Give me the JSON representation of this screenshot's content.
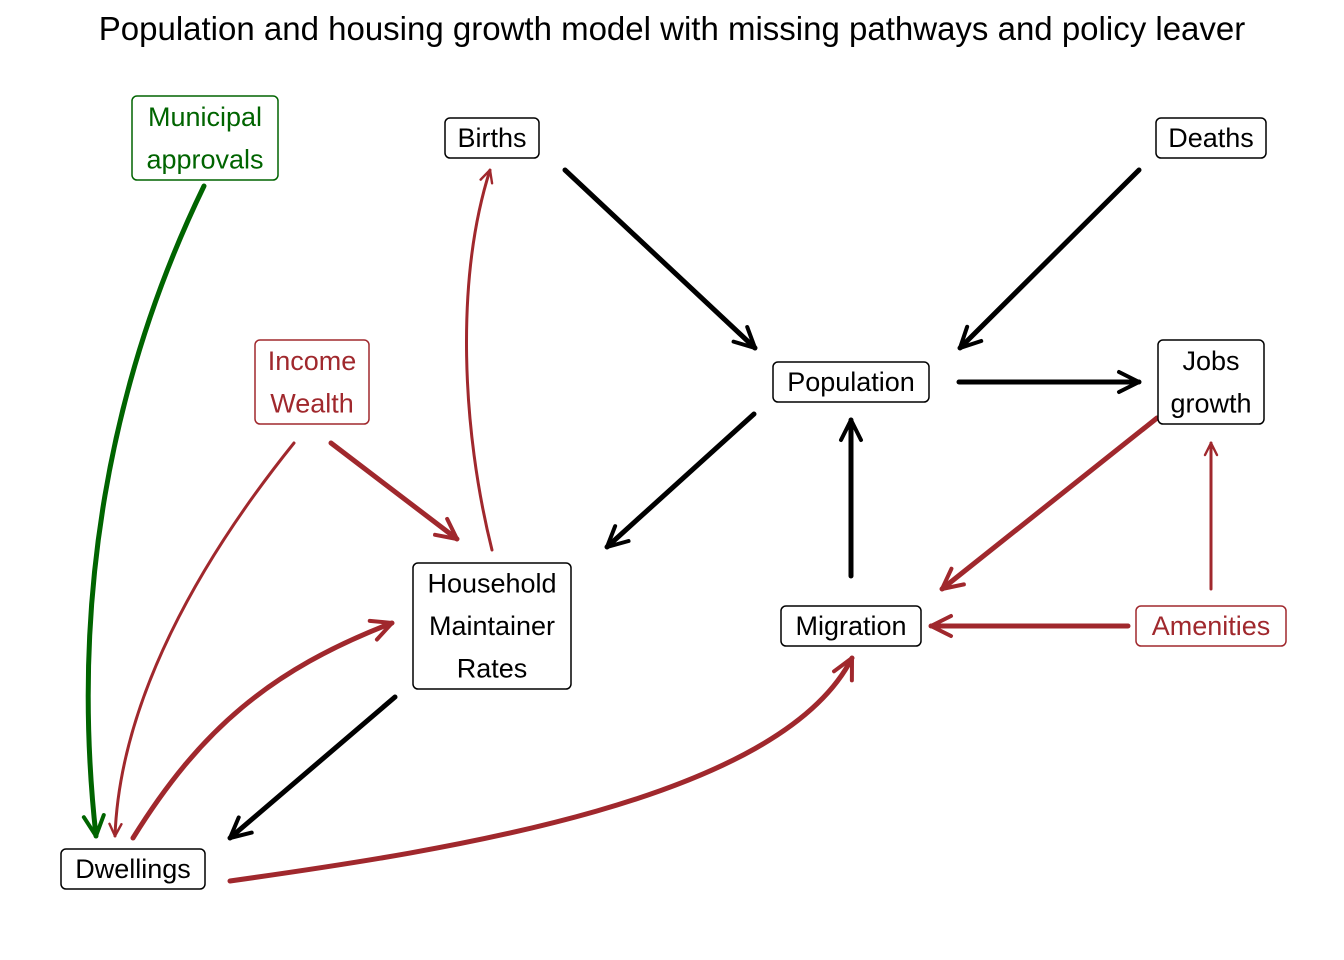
{
  "title": "Population and housing growth model with missing pathways and policy leaver",
  "colors": {
    "existing": "#000000",
    "missing": "#A0282D",
    "policy": "#006400"
  },
  "nodes": {
    "municipal": {
      "lines": [
        "Municipal",
        "approvals"
      ],
      "kind": "policy"
    },
    "births": {
      "lines": [
        "Births"
      ],
      "kind": "existing"
    },
    "deaths": {
      "lines": [
        "Deaths"
      ],
      "kind": "existing"
    },
    "income": {
      "lines": [
        "Income",
        "Wealth"
      ],
      "kind": "missing"
    },
    "population": {
      "lines": [
        "Population"
      ],
      "kind": "existing"
    },
    "jobs": {
      "lines": [
        "Jobs",
        "growth"
      ],
      "kind": "existing"
    },
    "household": {
      "lines": [
        "Household",
        "Maintainer",
        "Rates"
      ],
      "kind": "existing"
    },
    "migration": {
      "lines": [
        "Migration"
      ],
      "kind": "existing"
    },
    "amenities": {
      "lines": [
        "Amenities"
      ],
      "kind": "missing"
    },
    "dwellings": {
      "lines": [
        "Dwellings"
      ],
      "kind": "existing"
    }
  },
  "edges": [
    {
      "from": "births",
      "to": "population",
      "kind": "existing"
    },
    {
      "from": "deaths",
      "to": "population",
      "kind": "existing"
    },
    {
      "from": "population",
      "to": "jobs",
      "kind": "existing"
    },
    {
      "from": "population",
      "to": "household",
      "kind": "existing"
    },
    {
      "from": "migration",
      "to": "population",
      "kind": "existing"
    },
    {
      "from": "household",
      "to": "dwellings",
      "kind": "existing"
    },
    {
      "from": "municipal",
      "to": "dwellings",
      "kind": "policy"
    },
    {
      "from": "household",
      "to": "births",
      "kind": "missing"
    },
    {
      "from": "income",
      "to": "household",
      "kind": "missing"
    },
    {
      "from": "income",
      "to": "dwellings",
      "kind": "missing"
    },
    {
      "from": "dwellings",
      "to": "household",
      "kind": "missing"
    },
    {
      "from": "dwellings",
      "to": "migration",
      "kind": "missing"
    },
    {
      "from": "jobs",
      "to": "migration",
      "kind": "missing"
    },
    {
      "from": "amenities",
      "to": "migration",
      "kind": "missing"
    },
    {
      "from": "amenities",
      "to": "jobs",
      "kind": "missing"
    }
  ]
}
